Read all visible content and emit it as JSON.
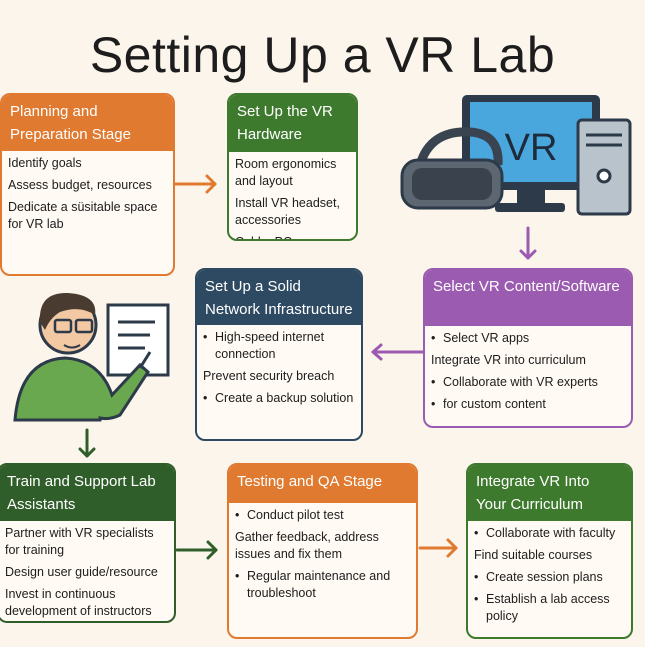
{
  "title": "Setting Up a VR Lab",
  "colors": {
    "orange": "#e07a30",
    "green": "#3e7a2e",
    "navy": "#2e4a62",
    "purple": "#9b5bb0",
    "darkgreen": "#2f5e2a"
  },
  "illustrations": {
    "monitor_label": "VR"
  },
  "boxes": [
    {
      "id": "planning",
      "title": "Planning and Preparation Stage",
      "items": [
        {
          "t": "Identify goals",
          "b": false
        },
        {
          "t": "Assess budget,  resources",
          "b": false
        },
        {
          "t": "Dedicate a süsitable space for VR lab",
          "b": false
        }
      ]
    },
    {
      "id": "hardware",
      "title": "Set Up the VR Hardware",
      "items": [
        {
          "t": "Room ergonomics and layout",
          "b": false
        },
        {
          "t": "Install VR headset, accessories",
          "b": false
        },
        {
          "t": "Cable, PC configuration",
          "b": false
        }
      ]
    },
    {
      "id": "network",
      "title": "Set Up a Solid Network Infrastructure",
      "items": [
        {
          "t": "High-speed internet connection",
          "b": true
        },
        {
          "t": "Prevent security breach",
          "b": false
        },
        {
          "t": "Create a backup solution",
          "b": true
        }
      ]
    },
    {
      "id": "content",
      "title": "Select VR Content/Software",
      "items": [
        {
          "t": "Select VR apps",
          "b": true
        },
        {
          "t": "Integrate VR into curriculum",
          "b": false
        },
        {
          "t": "Collaborate with VR experts",
          "b": true
        },
        {
          "t": "for custom content",
          "b": true
        }
      ]
    },
    {
      "id": "train",
      "title": "Train and Support Lab Assistants",
      "items": [
        {
          "t": "Partner with VR specialists for training",
          "b": false
        },
        {
          "t": "Design user guide/resource",
          "b": false
        },
        {
          "t": "Invest in continuous development of instructors",
          "b": false
        }
      ]
    },
    {
      "id": "testing",
      "title": "Testing and QA Stage",
      "items": [
        {
          "t": "Conduct pilot test",
          "b": true
        },
        {
          "t": "Gather feedback, address issues and fix them",
          "b": false
        },
        {
          "t": "Regular maintenance and troubleshoot",
          "b": true
        }
      ]
    },
    {
      "id": "integrate",
      "title": "Integrate VR Into Your Curriculum",
      "items": [
        {
          "t": "Collaborate with faculty",
          "b": true
        },
        {
          "t": "Find suitable courses",
          "b": false
        },
        {
          "t": "Create session plans",
          "b": true
        },
        {
          "t": "Establish a lab access policy",
          "b": true
        }
      ]
    }
  ]
}
